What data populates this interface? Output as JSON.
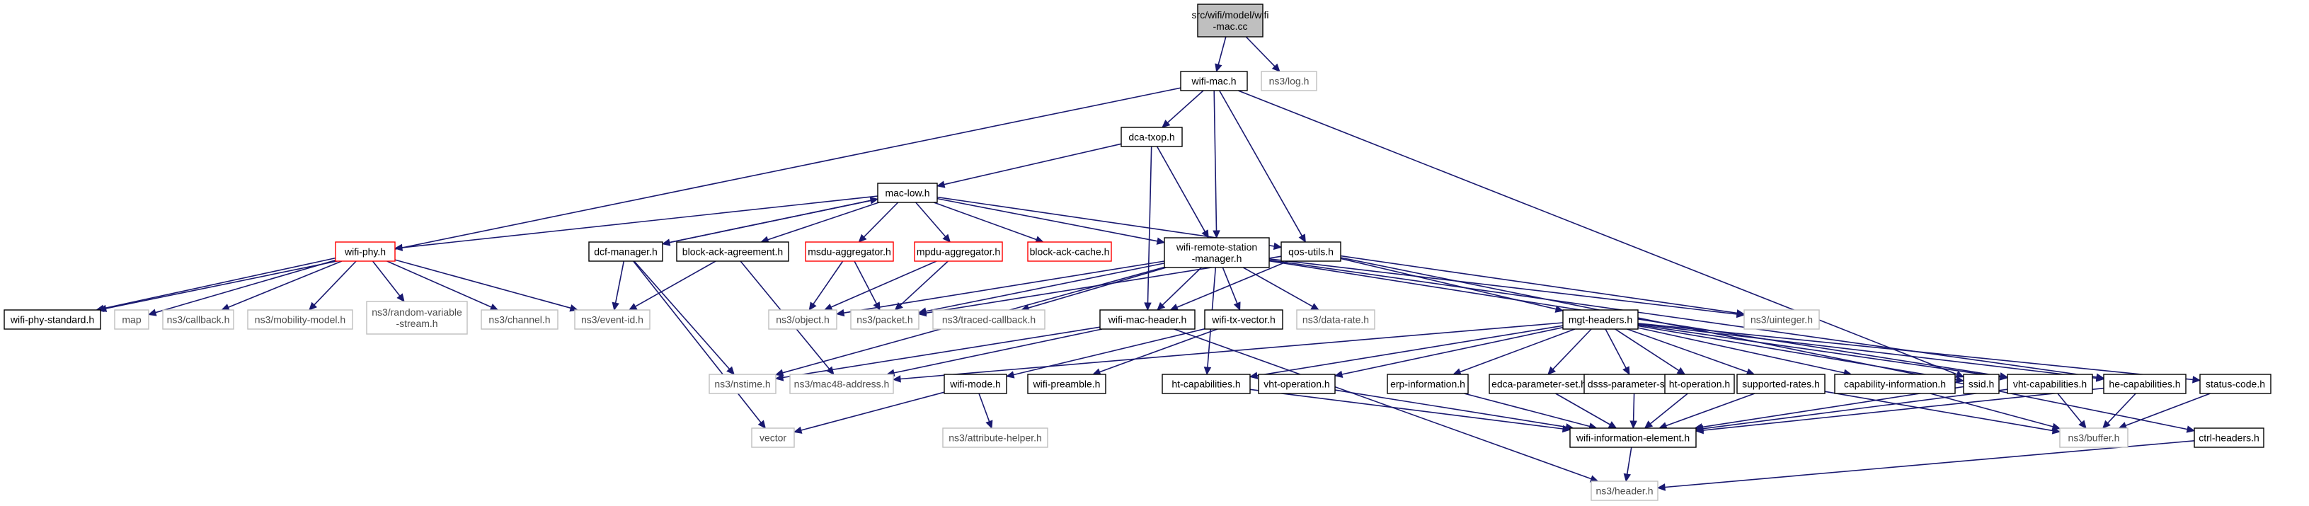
{
  "nodes": [
    {
      "id": "root",
      "lines": [
        "src/wifi/model/wifi",
        "-mac.cc"
      ],
      "style": "root"
    },
    {
      "id": "wifimac",
      "lines": [
        "wifi-mac.h"
      ],
      "style": "default"
    },
    {
      "id": "log",
      "lines": [
        "ns3/log.h"
      ],
      "style": "gray"
    },
    {
      "id": "dcatxop",
      "lines": [
        "dca-txop.h"
      ],
      "style": "default"
    },
    {
      "id": "maclow",
      "lines": [
        "mac-low.h"
      ],
      "style": "default"
    },
    {
      "id": "wifiphy",
      "lines": [
        "wifi-phy.h"
      ],
      "style": "red"
    },
    {
      "id": "dcfmanager",
      "lines": [
        "dcf-manager.h"
      ],
      "style": "default"
    },
    {
      "id": "blockackagreement",
      "lines": [
        "block-ack-agreement.h"
      ],
      "style": "default"
    },
    {
      "id": "msduagg",
      "lines": [
        "msdu-aggregator.h"
      ],
      "style": "red"
    },
    {
      "id": "mpduagg",
      "lines": [
        "mpdu-aggregator.h"
      ],
      "style": "red"
    },
    {
      "id": "blockackcache",
      "lines": [
        "block-ack-cache.h"
      ],
      "style": "red"
    },
    {
      "id": "wrsm",
      "lines": [
        "wifi-remote-station",
        "-manager.h"
      ],
      "style": "default"
    },
    {
      "id": "qosutils",
      "lines": [
        "qos-utils.h"
      ],
      "style": "default"
    },
    {
      "id": "wifiphystandard",
      "lines": [
        "wifi-phy-standard.h"
      ],
      "style": "default"
    },
    {
      "id": "map",
      "lines": [
        "map"
      ],
      "style": "gray"
    },
    {
      "id": "callback",
      "lines": [
        "ns3/callback.h"
      ],
      "style": "gray"
    },
    {
      "id": "mobilitymodel",
      "lines": [
        "ns3/mobility-model.h"
      ],
      "style": "gray"
    },
    {
      "id": "randomvariable",
      "lines": [
        "ns3/random-variable",
        "-stream.h"
      ],
      "style": "gray"
    },
    {
      "id": "channel",
      "lines": [
        "ns3/channel.h"
      ],
      "style": "gray"
    },
    {
      "id": "eventid",
      "lines": [
        "ns3/event-id.h"
      ],
      "style": "gray"
    },
    {
      "id": "object",
      "lines": [
        "ns3/object.h"
      ],
      "style": "gray"
    },
    {
      "id": "packet",
      "lines": [
        "ns3/packet.h"
      ],
      "style": "gray"
    },
    {
      "id": "tracedcallback",
      "lines": [
        "ns3/traced-callback.h"
      ],
      "style": "gray"
    },
    {
      "id": "wifimacheader",
      "lines": [
        "wifi-mac-header.h"
      ],
      "style": "default"
    },
    {
      "id": "wifitxvector",
      "lines": [
        "wifi-tx-vector.h"
      ],
      "style": "default"
    },
    {
      "id": "datarate",
      "lines": [
        "ns3/data-rate.h"
      ],
      "style": "gray"
    },
    {
      "id": "mgtheaders",
      "lines": [
        "mgt-headers.h"
      ],
      "style": "default"
    },
    {
      "id": "uinteger",
      "lines": [
        "ns3/uinteger.h"
      ],
      "style": "gray"
    },
    {
      "id": "nstime",
      "lines": [
        "ns3/nstime.h"
      ],
      "style": "gray"
    },
    {
      "id": "mac48",
      "lines": [
        "ns3/mac48-address.h"
      ],
      "style": "gray"
    },
    {
      "id": "wifimode",
      "lines": [
        "wifi-mode.h"
      ],
      "style": "default"
    },
    {
      "id": "wifipreamble",
      "lines": [
        "wifi-preamble.h"
      ],
      "style": "default"
    },
    {
      "id": "htcap",
      "lines": [
        "ht-capabilities.h"
      ],
      "style": "default"
    },
    {
      "id": "vhtop",
      "lines": [
        "vht-operation.h"
      ],
      "style": "default"
    },
    {
      "id": "erpinfo",
      "lines": [
        "erp-information.h"
      ],
      "style": "default"
    },
    {
      "id": "edca",
      "lines": [
        "edca-parameter-set.h"
      ],
      "style": "default"
    },
    {
      "id": "dsss",
      "lines": [
        "dsss-parameter-set.h"
      ],
      "style": "default"
    },
    {
      "id": "htop",
      "lines": [
        "ht-operation.h"
      ],
      "style": "default"
    },
    {
      "id": "suprates",
      "lines": [
        "supported-rates.h"
      ],
      "style": "default"
    },
    {
      "id": "capinfo",
      "lines": [
        "capability-information.h"
      ],
      "style": "default"
    },
    {
      "id": "ssid",
      "lines": [
        "ssid.h"
      ],
      "style": "default"
    },
    {
      "id": "vhtcap",
      "lines": [
        "vht-capabilities.h"
      ],
      "style": "default"
    },
    {
      "id": "hecap",
      "lines": [
        "he-capabilities.h"
      ],
      "style": "default"
    },
    {
      "id": "statuscode",
      "lines": [
        "status-code.h"
      ],
      "style": "default"
    },
    {
      "id": "vector",
      "lines": [
        "vector"
      ],
      "style": "gray"
    },
    {
      "id": "attrhelper",
      "lines": [
        "ns3/attribute-helper.h"
      ],
      "style": "gray"
    },
    {
      "id": "wie",
      "lines": [
        "wifi-information-element.h"
      ],
      "style": "default"
    },
    {
      "id": "buffer",
      "lines": [
        "ns3/buffer.h"
      ],
      "style": "gray"
    },
    {
      "id": "ctrlheaders",
      "lines": [
        "ctrl-headers.h"
      ],
      "style": "default"
    },
    {
      "id": "header",
      "lines": [
        "ns3/header.h"
      ],
      "style": "gray"
    }
  ],
  "edges": [
    [
      "root",
      "wifimac"
    ],
    [
      "root",
      "log"
    ],
    [
      "wifimac",
      "dcatxop"
    ],
    [
      "wifimac",
      "wrsm"
    ],
    [
      "wifimac",
      "qosutils"
    ],
    [
      "wifimac",
      "wifiphystandard"
    ],
    [
      "wifimac",
      "ssid"
    ],
    [
      "dcatxop",
      "maclow"
    ],
    [
      "dcatxop",
      "wrsm"
    ],
    [
      "dcatxop",
      "wifimacheader"
    ],
    [
      "maclow",
      "wifiphy"
    ],
    [
      "maclow",
      "dcfmanager"
    ],
    [
      "maclow",
      "blockackagreement"
    ],
    [
      "maclow",
      "msduagg"
    ],
    [
      "maclow",
      "mpduagg"
    ],
    [
      "maclow",
      "blockackcache"
    ],
    [
      "maclow",
      "wrsm"
    ],
    [
      "maclow",
      "qosutils"
    ],
    [
      "dcfmanager",
      "maclow"
    ],
    [
      "dcfmanager",
      "eventid"
    ],
    [
      "dcfmanager",
      "nstime"
    ],
    [
      "dcfmanager",
      "vector"
    ],
    [
      "wifiphy",
      "wifiphystandard"
    ],
    [
      "wifiphy",
      "map"
    ],
    [
      "wifiphy",
      "callback"
    ],
    [
      "wifiphy",
      "mobilitymodel"
    ],
    [
      "wifiphy",
      "randomvariable"
    ],
    [
      "wifiphy",
      "channel"
    ],
    [
      "wifiphy",
      "eventid"
    ],
    [
      "blockackagreement",
      "eventid"
    ],
    [
      "blockackagreement",
      "mac48"
    ],
    [
      "msduagg",
      "object"
    ],
    [
      "msduagg",
      "packet"
    ],
    [
      "mpduagg",
      "object"
    ],
    [
      "mpduagg",
      "packet"
    ],
    [
      "wrsm",
      "object"
    ],
    [
      "wrsm",
      "packet"
    ],
    [
      "wrsm",
      "tracedcallback"
    ],
    [
      "wrsm",
      "wifimacheader"
    ],
    [
      "wrsm",
      "wifitxvector"
    ],
    [
      "wrsm",
      "datarate"
    ],
    [
      "wrsm",
      "htcap"
    ],
    [
      "wrsm",
      "vhtcap"
    ],
    [
      "wrsm",
      "hecap"
    ],
    [
      "wrsm",
      "nstime"
    ],
    [
      "wrsm",
      "uinteger"
    ],
    [
      "qosutils",
      "wifimacheader"
    ],
    [
      "qosutils",
      "mgtheaders"
    ],
    [
      "qosutils",
      "packet"
    ],
    [
      "qosutils",
      "ctrlheaders"
    ],
    [
      "qosutils",
      "uinteger"
    ],
    [
      "wifimacheader",
      "nstime"
    ],
    [
      "wifimacheader",
      "mac48"
    ],
    [
      "wifimacheader",
      "header"
    ],
    [
      "wifitxvector",
      "wifimode"
    ],
    [
      "wifitxvector",
      "wifipreamble"
    ],
    [
      "wifimode",
      "vector"
    ],
    [
      "wifimode",
      "attrhelper"
    ],
    [
      "mgtheaders",
      "htcap"
    ],
    [
      "mgtheaders",
      "vhtop"
    ],
    [
      "mgtheaders",
      "erpinfo"
    ],
    [
      "mgtheaders",
      "edca"
    ],
    [
      "mgtheaders",
      "dsss"
    ],
    [
      "mgtheaders",
      "htop"
    ],
    [
      "mgtheaders",
      "suprates"
    ],
    [
      "mgtheaders",
      "capinfo"
    ],
    [
      "mgtheaders",
      "ssid"
    ],
    [
      "mgtheaders",
      "vhtcap"
    ],
    [
      "mgtheaders",
      "hecap"
    ],
    [
      "mgtheaders",
      "statuscode"
    ],
    [
      "mgtheaders",
      "mac48"
    ],
    [
      "htcap",
      "wie"
    ],
    [
      "vhtop",
      "wie"
    ],
    [
      "erpinfo",
      "wie"
    ],
    [
      "edca",
      "wie"
    ],
    [
      "dsss",
      "wie"
    ],
    [
      "htop",
      "wie"
    ],
    [
      "suprates",
      "wie"
    ],
    [
      "suprates",
      "buffer"
    ],
    [
      "capinfo",
      "buffer"
    ],
    [
      "ssid",
      "wie"
    ],
    [
      "vhtcap",
      "wie"
    ],
    [
      "vhtcap",
      "buffer"
    ],
    [
      "hecap",
      "wie"
    ],
    [
      "hecap",
      "buffer"
    ],
    [
      "statuscode",
      "buffer"
    ],
    [
      "wie",
      "header"
    ],
    [
      "ctrlheaders",
      "header"
    ]
  ]
}
